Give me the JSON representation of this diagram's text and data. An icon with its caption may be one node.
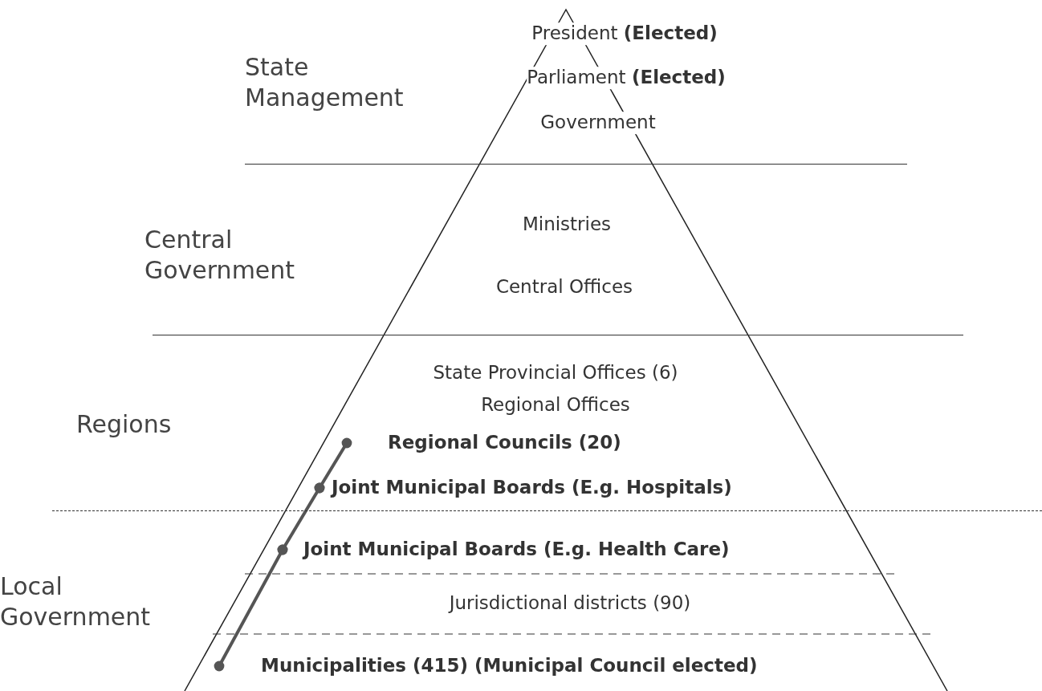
{
  "diagram": {
    "nodes": [
      {
        "text": [
          "State Management"
        ]
      },
      {
        "text": [
          "President **(Elected)**"
        ],
        "in": 0
      },
      {
        "text": [
          "Parliament **(Elected)**"
        ],
        "in": 0
      },
      {
        "text": [
          "Government"
        ],
        "in": 0
      },
      {
        "text": [
          "Central Government"
        ]
      },
      {
        "text": [
          "Ministries"
        ],
        "in": 4
      },
      {
        "text": [
          "Central Offices"
        ],
        "in": 4
      },
      {
        "text": [
          "Regions"
        ]
      },
      {
        "text": [
          "State Provincial Offices (6)"
        ],
        "in": 7
      },
      {
        "text": [
          "Regional Offices"
        ],
        "in": 7
      },
      {
        "text": [
          "Regional Councils (20)"
        ],
        "in": 7
      },
      {
        "text": [
          "Joint Municipal Boards (E.g. Hospitals)"
        ],
        "in": 7
      },
      {
        "text": [
          "Local Government"
        ]
      },
      {
        "text": [
          "Joint Municipal Boards (E.g. Health Care)"
        ],
        "in": 12
      },
      {
        "text": [
          "Jurisdictional districts (90)"
        ],
        "in": 12
      },
      {
        "text": [
          "Municipalities (415) (Municipal Council elected)"
        ],
        "in": 12
      }
    ],
    "edges": [
      {
        "from": 10,
        "to": 11,
        "arrow": "other"
      },
      {
        "from": 11,
        "to": 13,
        "arrow": "other"
      },
      {
        "from": 13,
        "to": 15,
        "arrow": "other"
      }
    ]
  }
}
